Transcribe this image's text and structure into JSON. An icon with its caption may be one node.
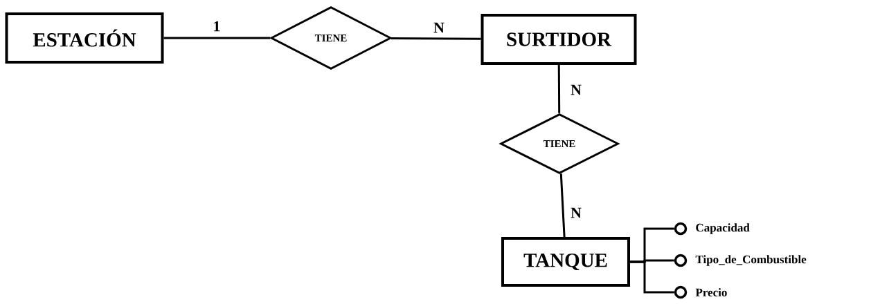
{
  "diagram": {
    "nodes": [
      {
        "text": [
          "ESTACIÓN"
        ]
      },
      {
        "text": [
          "TIENE"
        ]
      },
      {
        "text": [
          "SURTIDOR"
        ]
      },
      {
        "text": [
          "TIENE"
        ]
      },
      {
        "text": [
          "TANQUE"
        ]
      },
      {
        "text": [],
        "shape": "circle",
        "beside": [
          "Capacidad"
        ]
      },
      {
        "text": [],
        "shape": "circle",
        "beside": [
          "Tipo_de_Combustible"
        ]
      },
      {
        "text": [],
        "shape": "circle",
        "beside": [
          "Precio"
        ]
      }
    ],
    "edges": [
      {
        "from": 0,
        "to": 1,
        "arrow": "none",
        "label": "1"
      },
      {
        "from": 1,
        "to": 2,
        "arrow": "none",
        "label": "N"
      },
      {
        "from": 2,
        "to": 3,
        "arrow": "none",
        "label": "N"
      },
      {
        "from": 3,
        "to": 4,
        "arrow": "none",
        "label": "N"
      },
      {
        "from": 4,
        "to": 5,
        "arrow": "none"
      },
      {
        "from": 4,
        "to": 6,
        "arrow": "none"
      },
      {
        "from": 4,
        "to": 7,
        "arrow": "none"
      }
    ]
  }
}
